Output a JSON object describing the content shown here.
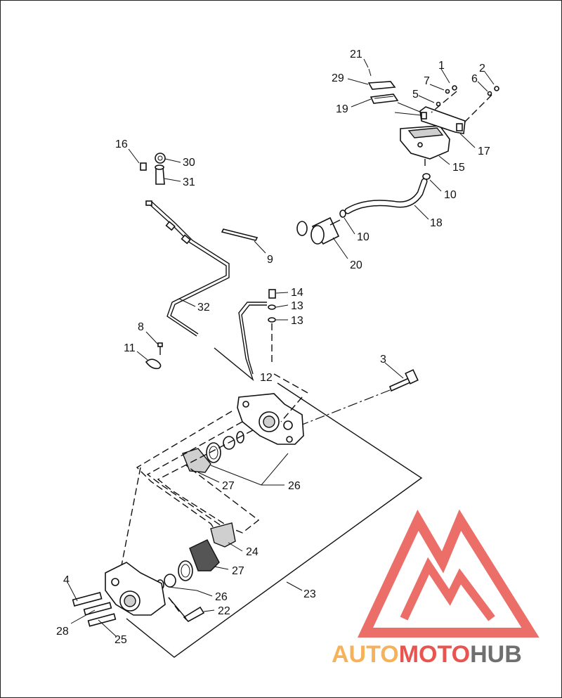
{
  "callouts": [
    "21",
    "29",
    "19",
    "1",
    "7",
    "5",
    "2",
    "6",
    "17",
    "15",
    "16",
    "30",
    "31",
    "10",
    "18",
    "10",
    "20",
    "9",
    "14",
    "13",
    "13",
    "32",
    "8",
    "11",
    "12",
    "3",
    "27",
    "26",
    "24",
    "27",
    "4",
    "26",
    "22",
    "28",
    "25",
    "23"
  ],
  "watermark": {
    "brand_part1": "AUTO",
    "brand_part2": "MOTO",
    "brand_part3": "HUB",
    "color_red": "#e8554f",
    "color_orange": "#f5b25a",
    "color_gray": "#6f6f6f"
  }
}
